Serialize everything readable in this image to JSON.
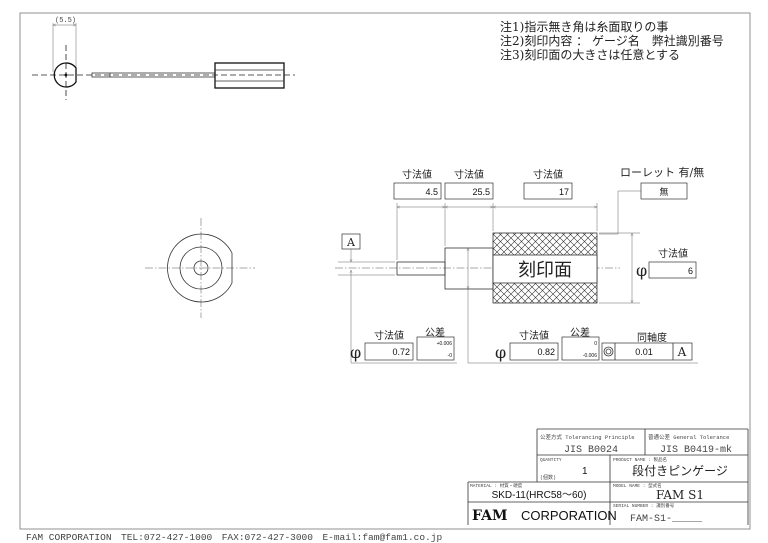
{
  "notes": [
    "注1)指示無き角は糸面取りの事",
    "注2)刻印内容 ： ゲージ名　弊社識別番号",
    "注3)刻印面の大きさは任意とする"
  ],
  "top_view": {
    "width_dim": "(5.5)"
  },
  "main_view": {
    "datum_label": "A",
    "engraving_face": "刻印面",
    "dim_label": "寸法値",
    "tol_label": "公差",
    "coax_label": "同軸度",
    "diameter_symbol": "φ",
    "lengths": [
      "4.5",
      "25.5",
      "17"
    ],
    "knurl_label": "ローレット 有/無",
    "knurl_value": "無",
    "body_diameter": "6",
    "pin_diameter": "0.72",
    "pin_tol_upper": "+0.006",
    "pin_tol_lower": "-0",
    "step_diameter": "0.82",
    "step_tol_upper": "0",
    "step_tol_lower": "-0.006",
    "coaxiality": "0.01",
    "coax_datum": "A"
  },
  "title_block": {
    "tolerancing_label": "公差方式 Tolerancing Principle",
    "tolerancing_value": "JIS B0024",
    "general_tol_label": "普通公差 General Tolerance",
    "general_tol_value": "JIS B0419-mk",
    "quantity_label": "QUANTITY",
    "quantity_label_jp": "(個数)",
    "quantity_value": "1",
    "product_name_label": "PRODUCT NAME : 製品名",
    "product_name": "段付きピンゲージ",
    "material_label": "MATERIAL : 材質・硬度",
    "material": "SKD-11(HRC58～60)",
    "model_label": "MODEL NAME : 型式名",
    "model": "FAM S1",
    "company_bold": "FAM",
    "company_rest": "CORPORATION",
    "serial_label": "SERIAL NUMBER : 識別番号",
    "serial": "FAM-S1-_____"
  },
  "footer": "FAM CORPORATION　TEL:072-427-1000　FAX:072-427-3000　E-mail:fam@fam1.co.jp"
}
